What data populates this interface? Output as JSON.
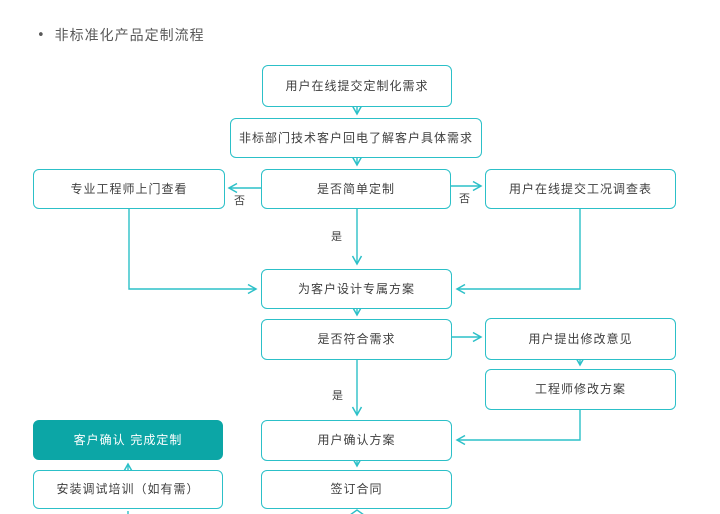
{
  "title": {
    "bullet": "•",
    "text": "非标准化产品定制流程"
  },
  "colors": {
    "line": "#2CC0C8",
    "node_border": "#2CC0C8",
    "filled_node_background": "#0CA6A6",
    "filled_node_text": "#ffffff",
    "node_text": "#3F3F3F",
    "title_text": "#595959"
  },
  "nodes": [
    {
      "id": "submit-request",
      "label": "用户在线提交定制化需求"
    },
    {
      "id": "callback",
      "label": "非标部门技术客户回电了解客户具体需求"
    },
    {
      "id": "engineer-visit",
      "label": "专业工程师上门查看"
    },
    {
      "id": "simple-custom",
      "label": "是否简单定制"
    },
    {
      "id": "survey-form",
      "label": "用户在线提交工况调查表"
    },
    {
      "id": "design-plan",
      "label": "为客户设计专属方案"
    },
    {
      "id": "meets-needs",
      "label": "是否符合需求"
    },
    {
      "id": "feedback",
      "label": "用户提出修改意见"
    },
    {
      "id": "revise-plan",
      "label": "工程师修改方案"
    },
    {
      "id": "confirm-complete",
      "label": "客户确认 完成定制"
    },
    {
      "id": "confirm-plan",
      "label": "用户确认方案"
    },
    {
      "id": "sign-contract",
      "label": "签订合同"
    },
    {
      "id": "install-training",
      "label": "安装调试培训（如有需）"
    }
  ],
  "edge_labels": {
    "no_left": "否",
    "no_right": "否",
    "yes_upper": "是",
    "yes_lower": "是"
  }
}
